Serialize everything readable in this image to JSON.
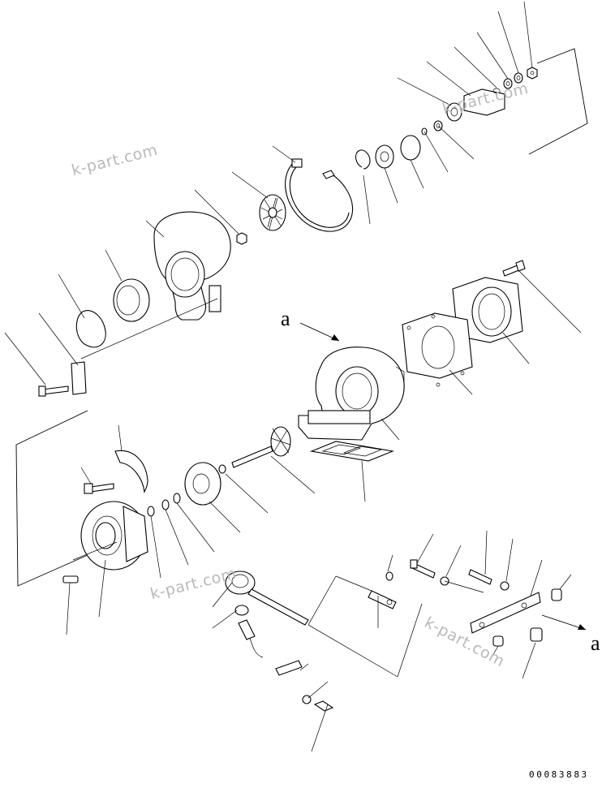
{
  "watermark": {
    "text": "k-part.com"
  },
  "labels": {
    "ref_a_top": "a",
    "ref_a_right": "a"
  },
  "footer": {
    "doc_number": "00083883"
  }
}
